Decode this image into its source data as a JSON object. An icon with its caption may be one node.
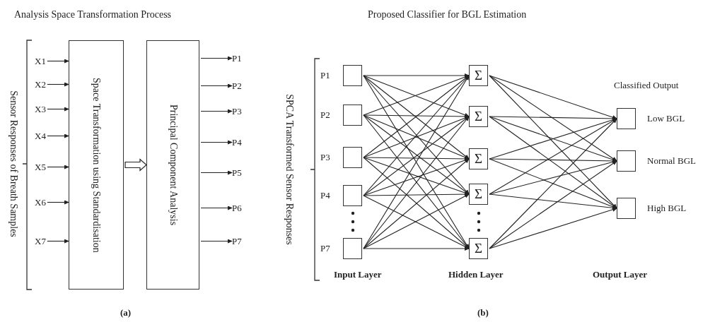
{
  "diagram": {
    "nodes": [
      {
        "text": [
          "X1"
        ]
      },
      {
        "text": [
          "X2"
        ]
      },
      {
        "text": [
          "X3"
        ]
      },
      {
        "text": [
          "X4"
        ]
      },
      {
        "text": [
          "X5"
        ]
      },
      {
        "text": [
          "X6"
        ]
      },
      {
        "text": [
          "X7"
        ]
      },
      {
        "text": [
          "Space Transformation using Standardisation"
        ]
      },
      {
        "text": [
          "Principal Component Analysis"
        ]
      },
      {
        "text": [
          "P1"
        ]
      },
      {
        "text": [
          "P2"
        ]
      },
      {
        "text": [
          "P3"
        ]
      },
      {
        "text": [
          "P4"
        ]
      },
      {
        "text": [
          "P5"
        ]
      },
      {
        "text": [
          "P6"
        ]
      },
      {
        "text": [
          "P7"
        ]
      },
      {
        "text": [],
        "shape": "box",
        "beside": [
          "P1"
        ]
      },
      {
        "text": [],
        "shape": "box",
        "beside": [
          "P2"
        ]
      },
      {
        "text": [],
        "shape": "box",
        "beside": [
          "P3"
        ]
      },
      {
        "text": [],
        "shape": "box",
        "beside": [
          "P4"
        ]
      },
      {
        "text": [],
        "shape": "box",
        "beside": [
          "P7"
        ]
      },
      {
        "text": [
          "Σ"
        ]
      },
      {
        "text": [
          "Σ"
        ]
      },
      {
        "text": [
          "Σ"
        ]
      },
      {
        "text": [
          "Σ"
        ]
      },
      {
        "text": [
          "Σ"
        ]
      },
      {
        "text": [],
        "shape": "box",
        "beside": [
          "Low BGL"
        ]
      },
      {
        "text": [],
        "shape": "box",
        "beside": [
          "Normal BGL"
        ]
      },
      {
        "text": [],
        "shape": "box",
        "beside": [
          "High BGL"
        ]
      }
    ],
    "edges": [
      {
        "from": 0,
        "to": 7,
        "arrow": "to"
      },
      {
        "from": 1,
        "to": 7,
        "arrow": "to"
      },
      {
        "from": 2,
        "to": 7,
        "arrow": "to"
      },
      {
        "from": 3,
        "to": 7,
        "arrow": "to"
      },
      {
        "from": 4,
        "to": 7,
        "arrow": "to"
      },
      {
        "from": 5,
        "to": 7,
        "arrow": "to"
      },
      {
        "from": 6,
        "to": 7,
        "arrow": "to"
      },
      {
        "from": 7,
        "to": 8,
        "arrow": "to",
        "style": "thick"
      },
      {
        "from": 8,
        "to": 9,
        "arrow": "to"
      },
      {
        "from": 8,
        "to": 10,
        "arrow": "to"
      },
      {
        "from": 8,
        "to": 11,
        "arrow": "to"
      },
      {
        "from": 8,
        "to": 12,
        "arrow": "to"
      },
      {
        "from": 8,
        "to": 13,
        "arrow": "to"
      },
      {
        "from": 8,
        "to": 14,
        "arrow": "to"
      },
      {
        "from": 8,
        "to": 15,
        "arrow": "to"
      },
      {
        "from": 16,
        "to": 21,
        "arrow": "to"
      },
      {
        "from": 16,
        "to": 22,
        "arrow": "to"
      },
      {
        "from": 16,
        "to": 23,
        "arrow": "to"
      },
      {
        "from": 16,
        "to": 24,
        "arrow": "to"
      },
      {
        "from": 16,
        "to": 25,
        "arrow": "to"
      },
      {
        "from": 17,
        "to": 21,
        "arrow": "to"
      },
      {
        "from": 17,
        "to": 22,
        "arrow": "to"
      },
      {
        "from": 17,
        "to": 23,
        "arrow": "to"
      },
      {
        "from": 17,
        "to": 24,
        "arrow": "to"
      },
      {
        "from": 17,
        "to": 25,
        "arrow": "to"
      },
      {
        "from": 18,
        "to": 21,
        "arrow": "to"
      },
      {
        "from": 18,
        "to": 22,
        "arrow": "to"
      },
      {
        "from": 18,
        "to": 23,
        "arrow": "to"
      },
      {
        "from": 18,
        "to": 24,
        "arrow": "to"
      },
      {
        "from": 18,
        "to": 25,
        "arrow": "to"
      },
      {
        "from": 19,
        "to": 21,
        "arrow": "to"
      },
      {
        "from": 19,
        "to": 22,
        "arrow": "to"
      },
      {
        "from": 19,
        "to": 23,
        "arrow": "to"
      },
      {
        "from": 19,
        "to": 24,
        "arrow": "to"
      },
      {
        "from": 19,
        "to": 25,
        "arrow": "to"
      },
      {
        "from": 20,
        "to": 21,
        "arrow": "to"
      },
      {
        "from": 20,
        "to": 22,
        "arrow": "to"
      },
      {
        "from": 20,
        "to": 23,
        "arrow": "to"
      },
      {
        "from": 20,
        "to": 24,
        "arrow": "to"
      },
      {
        "from": 20,
        "to": 25,
        "arrow": "to"
      },
      {
        "from": 21,
        "to": 26,
        "arrow": "to"
      },
      {
        "from": 21,
        "to": 27,
        "arrow": "to"
      },
      {
        "from": 21,
        "to": 28,
        "arrow": "to"
      },
      {
        "from": 22,
        "to": 26,
        "arrow": "to"
      },
      {
        "from": 22,
        "to": 27,
        "arrow": "to"
      },
      {
        "from": 22,
        "to": 28,
        "arrow": "to"
      },
      {
        "from": 23,
        "to": 26,
        "arrow": "to"
      },
      {
        "from": 23,
        "to": 27,
        "arrow": "to"
      },
      {
        "from": 23,
        "to": 28,
        "arrow": "to"
      },
      {
        "from": 24,
        "to": 26,
        "arrow": "to"
      },
      {
        "from": 24,
        "to": 27,
        "arrow": "to"
      },
      {
        "from": 24,
        "to": 28,
        "arrow": "to"
      },
      {
        "from": 25,
        "to": 26,
        "arrow": "to"
      },
      {
        "from": 25,
        "to": 27,
        "arrow": "to"
      },
      {
        "from": 25,
        "to": 28,
        "arrow": "to"
      }
    ],
    "labels": [
      "Analysis Space Transformation Process",
      "Proposed Classifier for BGL Estimation",
      "Sensor Responses of Breath Samples",
      "SPCA Transformed Sensor Responses",
      "Classified Output",
      "Input Layer",
      "Hidden Layer",
      "Output Layer",
      "(a)",
      "(b)"
    ]
  }
}
